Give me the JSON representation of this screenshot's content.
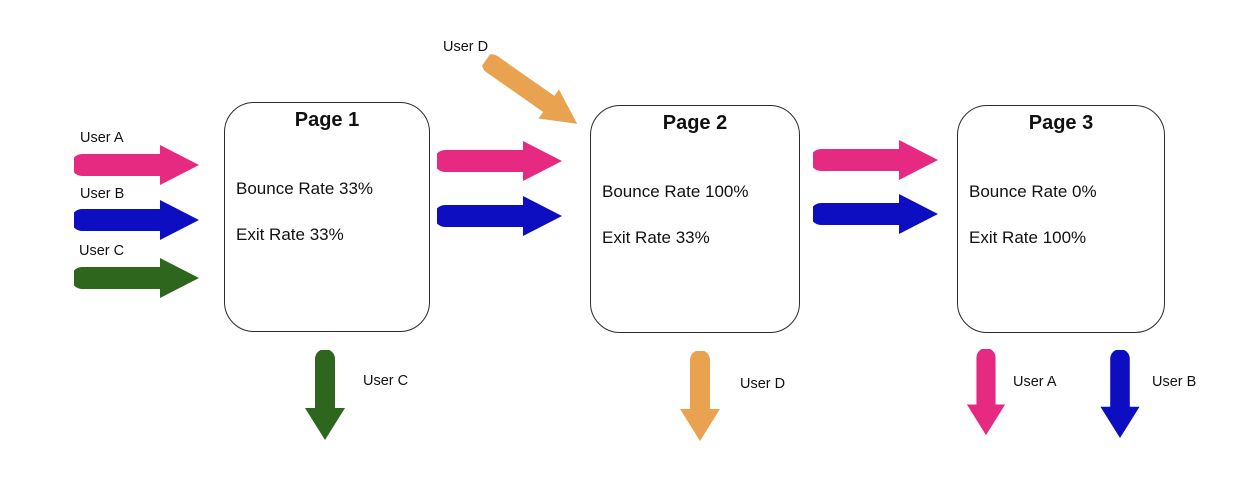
{
  "diagram": {
    "colors": {
      "pink": "#E62A82",
      "blue": "#0D0DC2",
      "green": "#2F661D",
      "orange": "#E9A350",
      "box_border": "#2B2B2B",
      "text": "#111111",
      "background": "#FFFFFF"
    },
    "pages": [
      {
        "title": "Page 1",
        "bounce": "Bounce Rate 33%",
        "exit": "Exit Rate 33%"
      },
      {
        "title": "Page 2",
        "bounce": "Bounce Rate 100%",
        "exit": "Exit Rate 33%"
      },
      {
        "title": "Page 3",
        "bounce": "Bounce Rate 0%",
        "exit": "Exit Rate 100%"
      }
    ],
    "entry_flows": [
      {
        "user": "User A",
        "color": "pink"
      },
      {
        "user": "User B",
        "color": "blue"
      },
      {
        "user": "User C",
        "color": "green"
      }
    ],
    "top_entry": {
      "user": "User D",
      "color": "orange"
    },
    "transfer_flows": [
      {
        "users": [
          "User A",
          "User B"
        ],
        "colors": [
          "pink",
          "blue"
        ]
      },
      {
        "users": [
          "User A",
          "User B"
        ],
        "colors": [
          "pink",
          "blue"
        ]
      }
    ],
    "exit_flows": [
      {
        "user": "User C",
        "color": "green",
        "from_page": "Page 1"
      },
      {
        "user": "User D",
        "color": "orange",
        "from_page": "Page 2"
      },
      {
        "user": "User A",
        "color": "pink",
        "from_page": "Page 3"
      },
      {
        "user": "User B",
        "color": "blue",
        "from_page": "Page 3"
      }
    ]
  }
}
